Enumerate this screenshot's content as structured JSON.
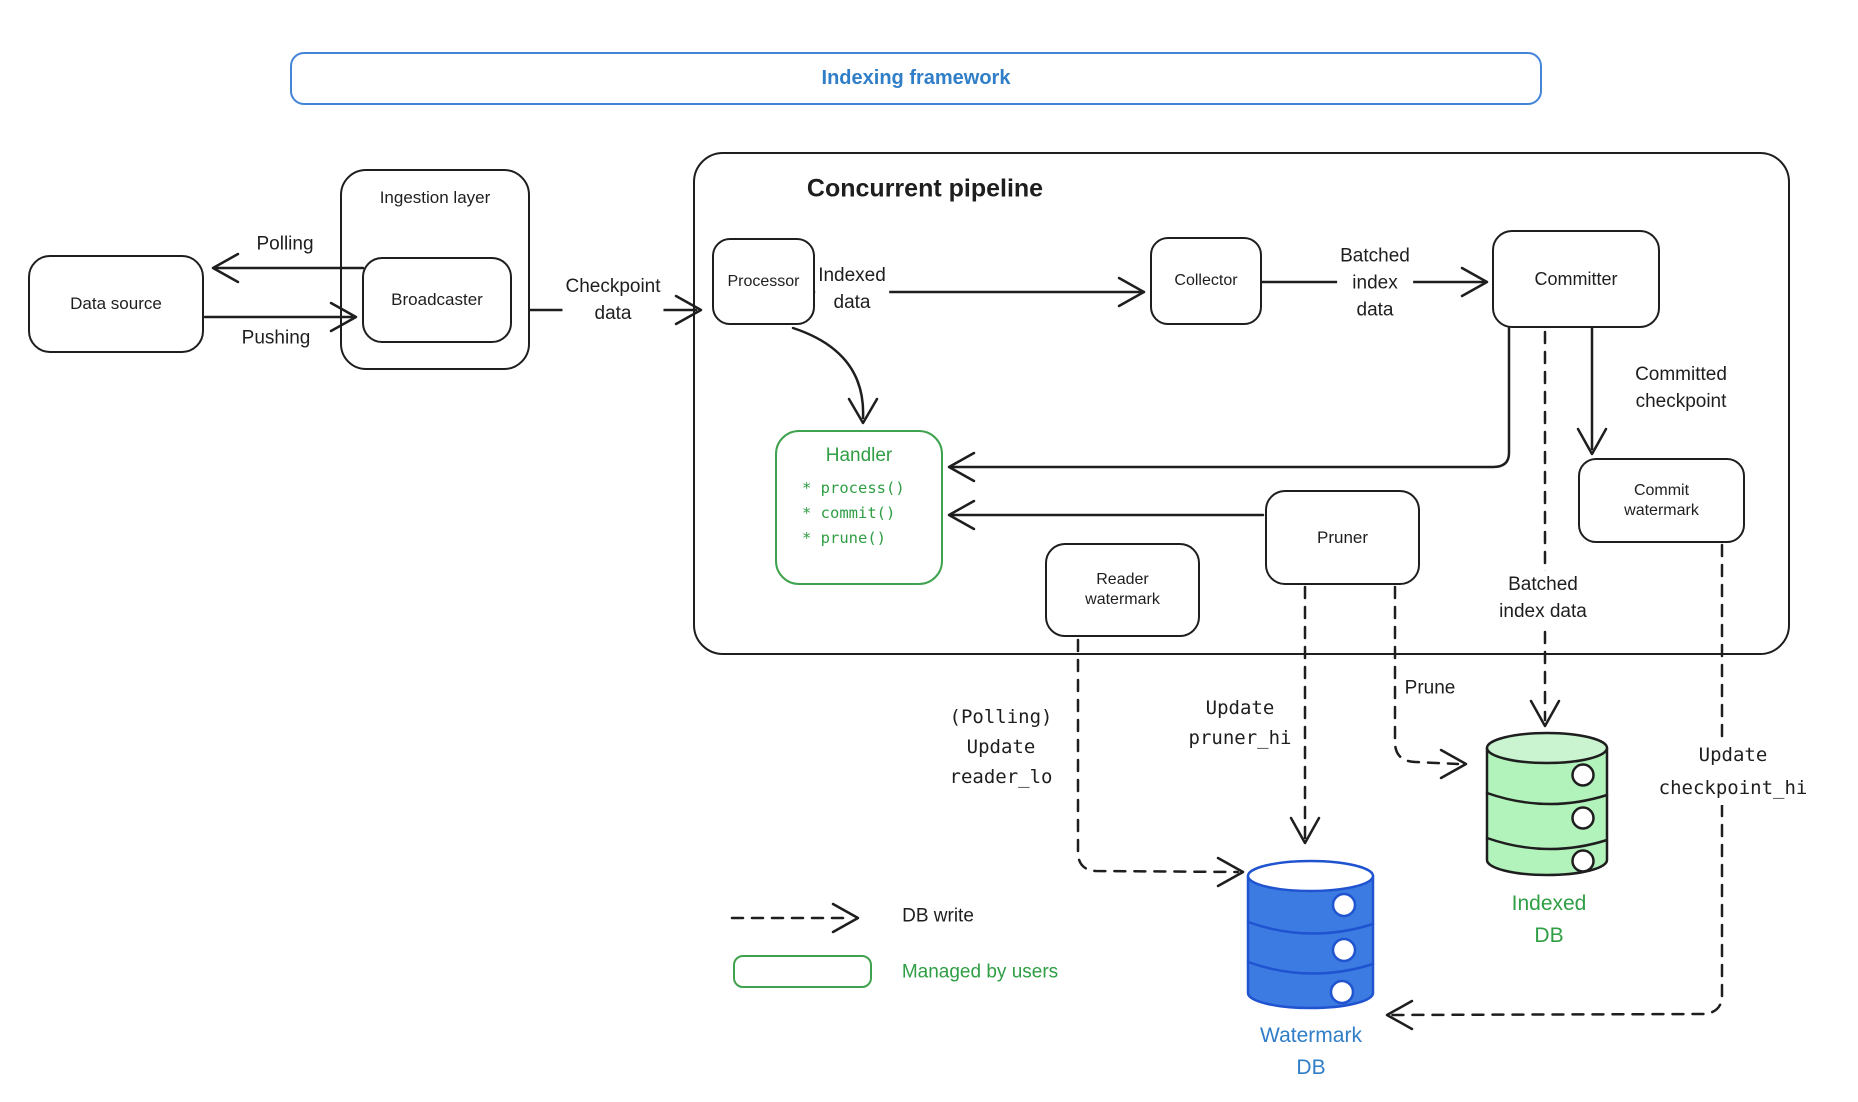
{
  "banner": {
    "label": "Indexing framework"
  },
  "nodes": {
    "data_source": "Data source",
    "ingestion_layer": "Ingestion layer",
    "broadcaster": "Broadcaster",
    "pipeline_title": "Concurrent pipeline",
    "processor": "Processor",
    "collector": "Collector",
    "committer": "Committer",
    "handler": {
      "title": "Handler",
      "methods": [
        "* process()",
        "* commit()",
        "* prune()"
      ]
    },
    "reader_watermark": [
      "Reader",
      "watermark"
    ],
    "pruner": "Pruner",
    "commit_watermark": [
      "Commit",
      "watermark"
    ]
  },
  "edges": {
    "polling": "Polling",
    "pushing": "Pushing",
    "checkpoint_data": [
      "Checkpoint",
      "data"
    ],
    "indexed_data": [
      "Indexed",
      "data"
    ],
    "batched_index_data": [
      "Batched",
      "index",
      "data"
    ],
    "committed_checkpoint": [
      "Committed",
      "checkpoint"
    ],
    "batched_index_write": [
      "Batched",
      "index data"
    ],
    "update_reader_lo": [
      "(Polling)",
      "Update",
      "reader_lo"
    ],
    "update_pruner_hi": [
      "Update",
      "pruner_hi"
    ],
    "prune": "Prune",
    "update_checkpoint_hi": [
      "Update",
      "checkpoint_hi"
    ]
  },
  "databases": {
    "watermark_db": [
      "Watermark",
      "DB"
    ],
    "indexed_db": [
      "Indexed",
      "DB"
    ]
  },
  "legend": {
    "db_write": "DB write",
    "managed_by_users": "Managed by users"
  },
  "colors": {
    "ink": "#1e1e1e",
    "banner_stroke": "#4285d6",
    "banner_text": "#2f7ec7",
    "user_managed_green": "#3fa24e",
    "green_text": "#2f9e44",
    "indexed_db_fill": "#b2f2bb",
    "watermark_db_fill": "#3c7ce2",
    "watermark_db_stroke": "#2053cf",
    "watermark_db_text": "#2f7ec7"
  }
}
